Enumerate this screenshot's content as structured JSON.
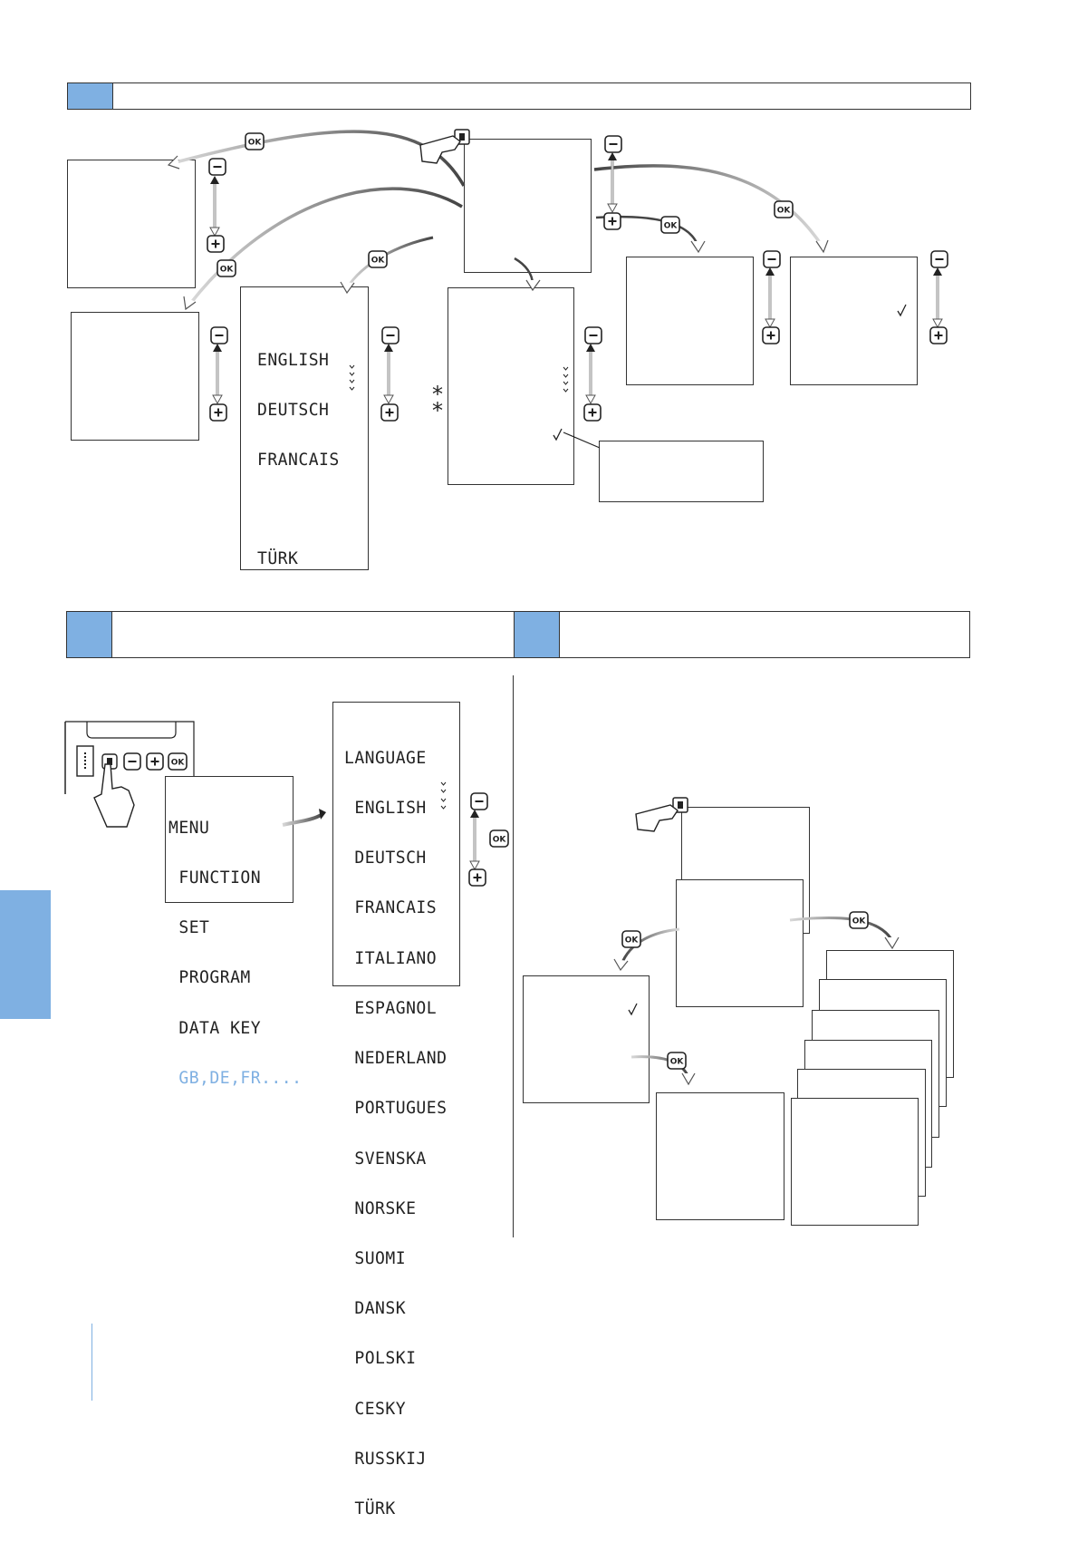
{
  "lists": {
    "languages_short": [
      "ENGLISH",
      "DEUTSCH",
      "FRANCAIS"
    ],
    "languages_last": "TÜRK",
    "menu_title": "MENU",
    "menu_items": [
      "FUNCTION",
      "SET",
      "PROGRAM",
      "DATA KEY"
    ],
    "menu_highlight": "GB,DE,FR....",
    "language_title": "LANGUAGE",
    "language_items": [
      "ENGLISH",
      "DEUTSCH",
      "FRANCAIS",
      "ITALIANO",
      "ESPAGNOL",
      "NEDERLAND",
      "PORTUGUES",
      "SVENSKA",
      "NORSKE",
      "SUOMI",
      "DANSK",
      "POLSKI",
      "CESKY",
      "RUSSKIJ",
      "TÜRK"
    ]
  },
  "controls": {
    "ok_label": "OK",
    "minus_symbol": "−",
    "plus_symbol": "+",
    "star_symbol": "*",
    "check_symbol": "✓"
  },
  "colors": {
    "accent": "#7fb0e2",
    "line": "#333333"
  }
}
